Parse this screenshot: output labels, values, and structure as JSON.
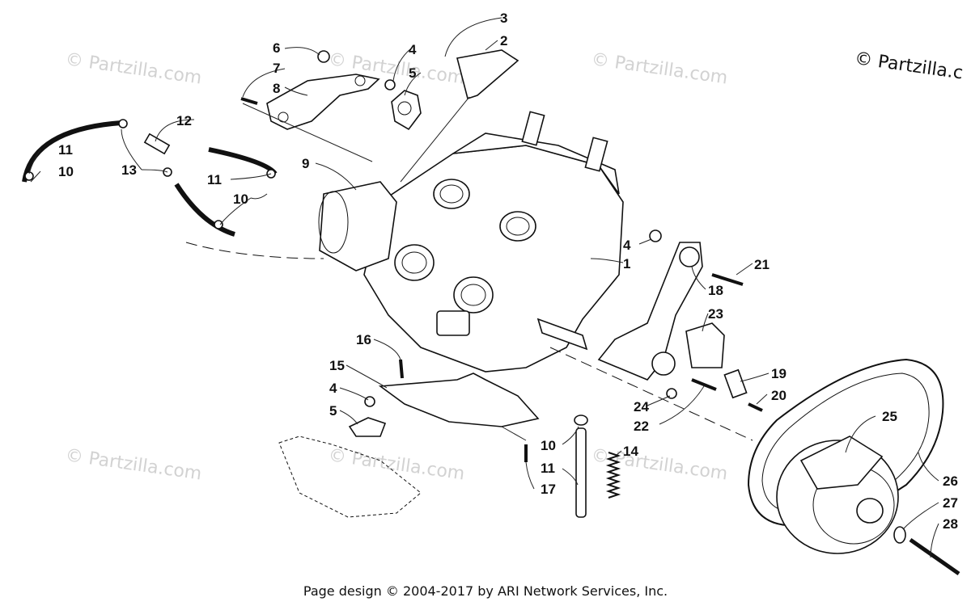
{
  "diagram": {
    "watermark_text": "© Partzilla.com",
    "copyright_corner": "© Partzilla.c",
    "footer": "Page design © 2004-2017 by ARI Network Services, Inc.",
    "callouts": [
      "3",
      "2",
      "6",
      "4",
      "7",
      "5",
      "8",
      "12",
      "11",
      "10",
      "13",
      "11",
      "10",
      "9",
      "4",
      "1",
      "21",
      "18",
      "23",
      "16",
      "15",
      "4",
      "5",
      "19",
      "24",
      "20",
      "22",
      "25",
      "10",
      "14",
      "26",
      "11",
      "17",
      "27",
      "28"
    ]
  }
}
